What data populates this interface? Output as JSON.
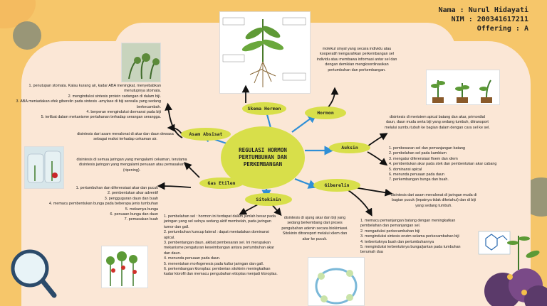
{
  "header": {
    "name": "Nama : Nurul Hidayati",
    "nim": "NIM : 200341617211",
    "offering": "Offering : A"
  },
  "center": {
    "title": "REGULASI HORMON PERTUMBUHAN DAN PERKEMBANGAN"
  },
  "nodes": {
    "hormon": "Hormon",
    "auksin": "Auksin",
    "giberelin": "Giberelin",
    "sitokinin": "Sitokinin",
    "gas_etilen": "Gas Etilen",
    "asam_absisat": "Asam Absisat",
    "skema_hormon": "Skema Hormon"
  },
  "texts": {
    "hormon_def": "molekul sinyal yang secara individu atau kooperatif mengarahkan perkembangan sel individu atau membawa informasi antar sel dan dengan demikian mengkoordinasikan pertumbuhan dan perkembangan.",
    "auksin_def": "disintesis di meristem apical batang dan akar, primordial daun, daun muda serta biji yang sedang tumbuh, ditransport melalui sumbu tubuh ke bagian dalam dengan cara sel ke sel.",
    "auksin_fn": [
      "1. pembesaran sel dan pemanjangan batang",
      "2. pembelahan sel pada kambium",
      "3. mengatur diferensiasi floem dan xilem",
      "4. pembentukan akar pada stek dan pembentukan akar cabang",
      "5. dominansi apical",
      "6. menunda penuaan pada daun",
      "7. perkembangan bunga dan buah."
    ],
    "giberelin_def": "disintesis dari asam mevalonat di jaringan muda di bagian pucuk (tepatnya tidak diketahui) dan di biji yang sedang tumbuh.",
    "giberelin_fn": [
      "1. memacu pemanjangan batang dengan meningkatkan pembelahan dan pemanjangan sel.",
      "2. mengaduksi perkecambahan biji",
      "3. menginduksi sintesis enzim selama perkecambahan biji",
      "4. terbentuknya buah dan pertumbuhannya",
      "5. menginduksi terbentuknya bunga/jantan pada tumbuhan berumah dua"
    ],
    "sitokinin_def": "disintesis di ujung akar dan biji yang sedang berkembang dari proses pengubahan adenin secara biokimiawi. Sitokinin ditransport melalui xilem dan akar ke pucuk.",
    "sitokinin_fn": [
      "1. pembelahan sel : hormon ini terdapat dalam jumlah besar pada jaringan yang sel selnya sedang aktif membelah, pada jaringan tumor dan gall.",
      "2. pertumbuhan kuncup lateral : dapat meniadakan dominansi apical.",
      "3. pembentangan daun, akibat pembesaran sel. Ini merupakan mekanisme pengaturan keseimbangan antara pertumbuhan akar dan daun.",
      "4. menunda penuaan pada daun.",
      "5. menentukan morfogenesis pada kultur jaringan dan gall.",
      "6. perkembangan kloroplas: pemberian sitokinin meningkatkan kadar klorofil dan memacu pengubahan etioplas menjadi kloroplas."
    ],
    "etilen_def": "disintesis di semua jaringan yang mengalami cekaman, terutama disintesis jaringan yang mengalami penuaan atau pemasakan (ripening).",
    "etilen_fn": [
      "1. pertumbuhan dan diferensiasi akar dan pucuk",
      "2. pembentukan akar adventif",
      "3. pengguguran daun dan buah",
      "4. memacu pembentukan bunga pada beberapa jenis tumbuhan",
      "5. mekarnya bunga",
      "6. penuaan bunga dan daun",
      "7. pemasakan buah"
    ],
    "absisat_def": "disintesis dari asam mevalonat di akar dan daun dewasa sebagai reaksi terhadap cekaman air.",
    "absisat_fn": [
      "1. penutupan stomata. Kalau kurang air, kadar ABA meningkat, menyebabkan menutupnya stomata.",
      "2. menginduksi sintesis protein cadangan di dalam biji.",
      "3. ABA meniadakan efek giberelin pada sintesis -amylase di biji serealia yang sedang berkecambah.",
      "4. berperan menginduksi dormansi pada biji",
      "5. terlibat dalam mekanisme pertahanan terhadap serangan serangga."
    ]
  },
  "colors": {
    "background": "#f6c66a",
    "paper": "#fbe7d6",
    "node": "#d8df4a",
    "arrow_blue": "#2f8fd6",
    "arrow_black": "#111111"
  }
}
